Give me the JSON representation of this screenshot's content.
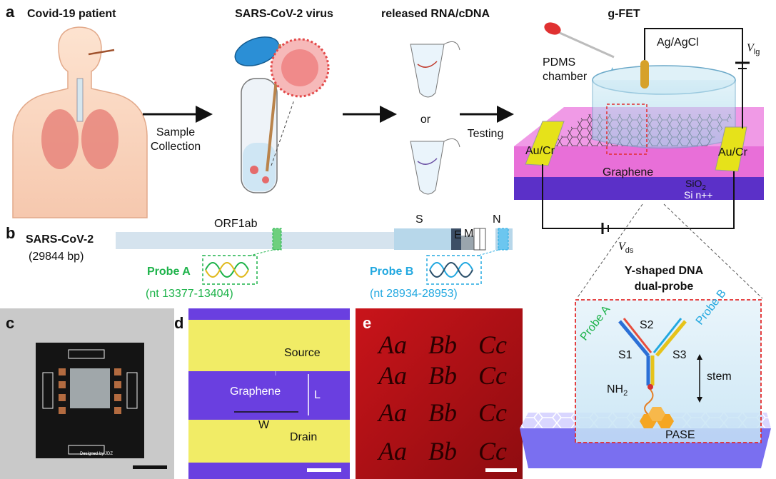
{
  "panels": {
    "a": "a",
    "b": "b",
    "c": "c",
    "d": "d",
    "e": "e"
  },
  "panel_a": {
    "patient_title": "Covid-19 patient",
    "virus_title": "SARS-CoV-2 virus",
    "rna_title": "released RNA/cDNA",
    "gfet_title": "g-FET",
    "sample_collection_line1": "Sample",
    "sample_collection_line2": "Collection",
    "or": "or",
    "testing": "Testing",
    "pdms_line1": "PDMS",
    "pdms_line2": "chamber",
    "ag_agcl": "Ag/AgCl",
    "v_lg": "V",
    "v_lg_sub": "lg",
    "au_cr_left": "Au/Cr",
    "au_cr_right": "Au/Cr",
    "graphene": "Graphene",
    "sio2": "SiO",
    "sio2_sub": "2",
    "si": "Si n++",
    "v_ds": "V",
    "v_ds_sub": "ds"
  },
  "panel_b": {
    "genome_name": "SARS-CoV-2",
    "genome_length": "(29844 bp)",
    "orf1ab": "ORF1ab",
    "s": "S",
    "e": "E",
    "m": "M",
    "n": "N",
    "probe_a": "Probe A",
    "probe_a_range": "(nt 13377-13404)",
    "probe_b": "Probe B",
    "probe_b_range": "(nt 28934-28953)"
  },
  "panel_c": {
    "chip_credit": "Designed by JDZ"
  },
  "panel_d": {
    "source": "Source",
    "graphene": "Graphene",
    "drain": "Drain",
    "w": "W",
    "l": "L"
  },
  "panel_e": {
    "rows": [
      [
        "Aa",
        "Bb",
        "Cc"
      ],
      [
        "Aa",
        "Bb",
        "Cc"
      ],
      [
        "Aa",
        "Bb",
        "Cc"
      ],
      [
        "Aa",
        "Bb",
        "Cc"
      ]
    ]
  },
  "inset": {
    "title_line1": "Y-shaped DNA",
    "title_line2": "dual-probe",
    "probe_a": "Probe A",
    "probe_b": "Probe B",
    "s1": "S1",
    "s2": "S2",
    "s3": "S3",
    "stem": "stem",
    "nh": "NH",
    "nh_sub": "2",
    "pase": "PASE"
  },
  "colors": {
    "probe_a_green": "#1db34a",
    "probe_b_blue": "#22a8e0",
    "gold": "#e6e21a",
    "magenta": "#e86fd8",
    "purple": "#5b30c8",
    "inset_border": "#e32b2b"
  }
}
